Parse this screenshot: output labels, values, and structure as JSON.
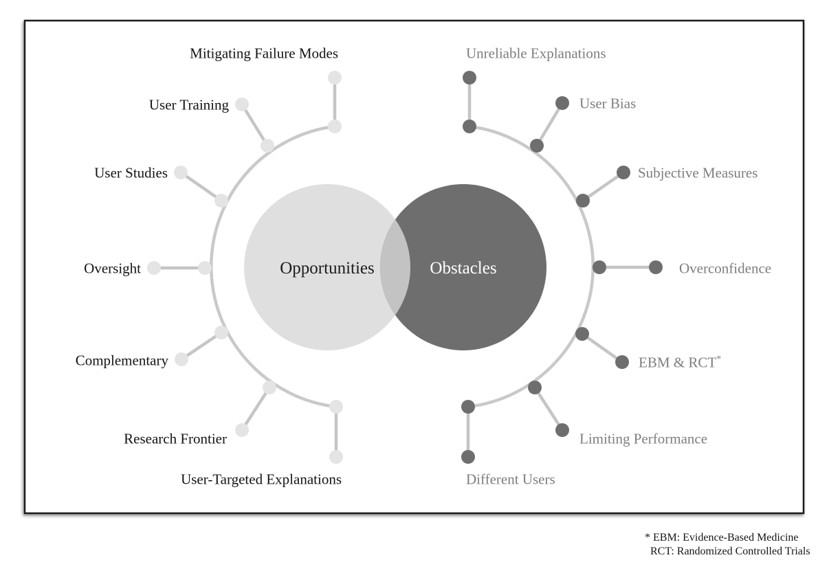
{
  "venn": {
    "left": {
      "label": "Opportunities",
      "fill": "#dfdfdf",
      "text_color": "#1c1c1c"
    },
    "right": {
      "label": "Obstacles",
      "fill": "#6e6e6e",
      "text_color": "#ffffff"
    },
    "overlap_fill": "#c3c3c3"
  },
  "styles": {
    "arc": "#c9c9c9",
    "connector": "#c5c5c5",
    "left_dot": "#e4e4e4",
    "right_dot": "#6e6e6e",
    "left_label_color": "#141414",
    "right_label_color": "#7e7e7e",
    "frame_border": "#1a1a1a"
  },
  "left_items": [
    {
      "label": "Mitigating Failure Modes",
      "arc": [
        487,
        184
      ],
      "dot": [
        487,
        113
      ],
      "text": [
        492,
        77
      ],
      "anchor": "end"
    },
    {
      "label": "User Training",
      "arc": [
        389,
        212
      ],
      "dot": [
        352,
        152
      ],
      "text": [
        333,
        152
      ],
      "anchor": "end"
    },
    {
      "label": "User Studies",
      "arc": [
        322,
        292
      ],
      "dot": [
        263,
        251
      ],
      "text": [
        244,
        251
      ],
      "anchor": "end"
    },
    {
      "label": "Oversight",
      "arc": [
        298,
        390
      ],
      "dot": [
        224,
        390
      ],
      "text": [
        205,
        390
      ],
      "anchor": "end"
    },
    {
      "label": "Complementary",
      "arc": [
        322,
        484
      ],
      "dot": [
        264,
        523
      ],
      "text": [
        245,
        524
      ],
      "anchor": "end"
    },
    {
      "label": "Research Frontier",
      "arc": [
        392,
        564
      ],
      "dot": [
        352,
        626
      ],
      "text": [
        330,
        638
      ],
      "anchor": "end"
    },
    {
      "label": "User-Targeted Explanations",
      "arc": [
        489,
        592
      ],
      "dot": [
        489,
        665
      ],
      "text": [
        497,
        697
      ],
      "anchor": "end"
    }
  ],
  "right_items": [
    {
      "label": "Unreliable Explanations",
      "arc": [
        683,
        184
      ],
      "dot": [
        683,
        113
      ],
      "text": [
        678,
        77
      ],
      "anchor": "start"
    },
    {
      "label": "User Bias",
      "arc": [
        781,
        212
      ],
      "dot": [
        818,
        150
      ],
      "text": [
        843,
        150
      ],
      "anchor": "start"
    },
    {
      "label": "Subjective Measures",
      "arc": [
        848,
        292
      ],
      "dot": [
        907,
        251
      ],
      "text": [
        928,
        251
      ],
      "anchor": "start"
    },
    {
      "label": "Overconfidence",
      "arc": [
        872,
        389
      ],
      "dot": [
        954,
        389
      ],
      "text": [
        988,
        390
      ],
      "anchor": "start"
    },
    {
      "label": "EBM & RCT",
      "sup": "*",
      "arc": [
        847,
        486
      ],
      "dot": [
        905,
        527
      ],
      "text": [
        929,
        527
      ],
      "anchor": "start"
    },
    {
      "label": "Limiting Performance",
      "arc": [
        778,
        564
      ],
      "dot": [
        818,
        626
      ],
      "text": [
        843,
        638
      ],
      "anchor": "start"
    },
    {
      "label": "Different Users",
      "arc": [
        681,
        592
      ],
      "dot": [
        681,
        665
      ],
      "text": [
        678,
        697
      ],
      "anchor": "start"
    }
  ],
  "footnote": {
    "lines": [
      "* EBM: Evidence-Based Medicine",
      "RCT: Randomized Controlled Trials"
    ]
  }
}
